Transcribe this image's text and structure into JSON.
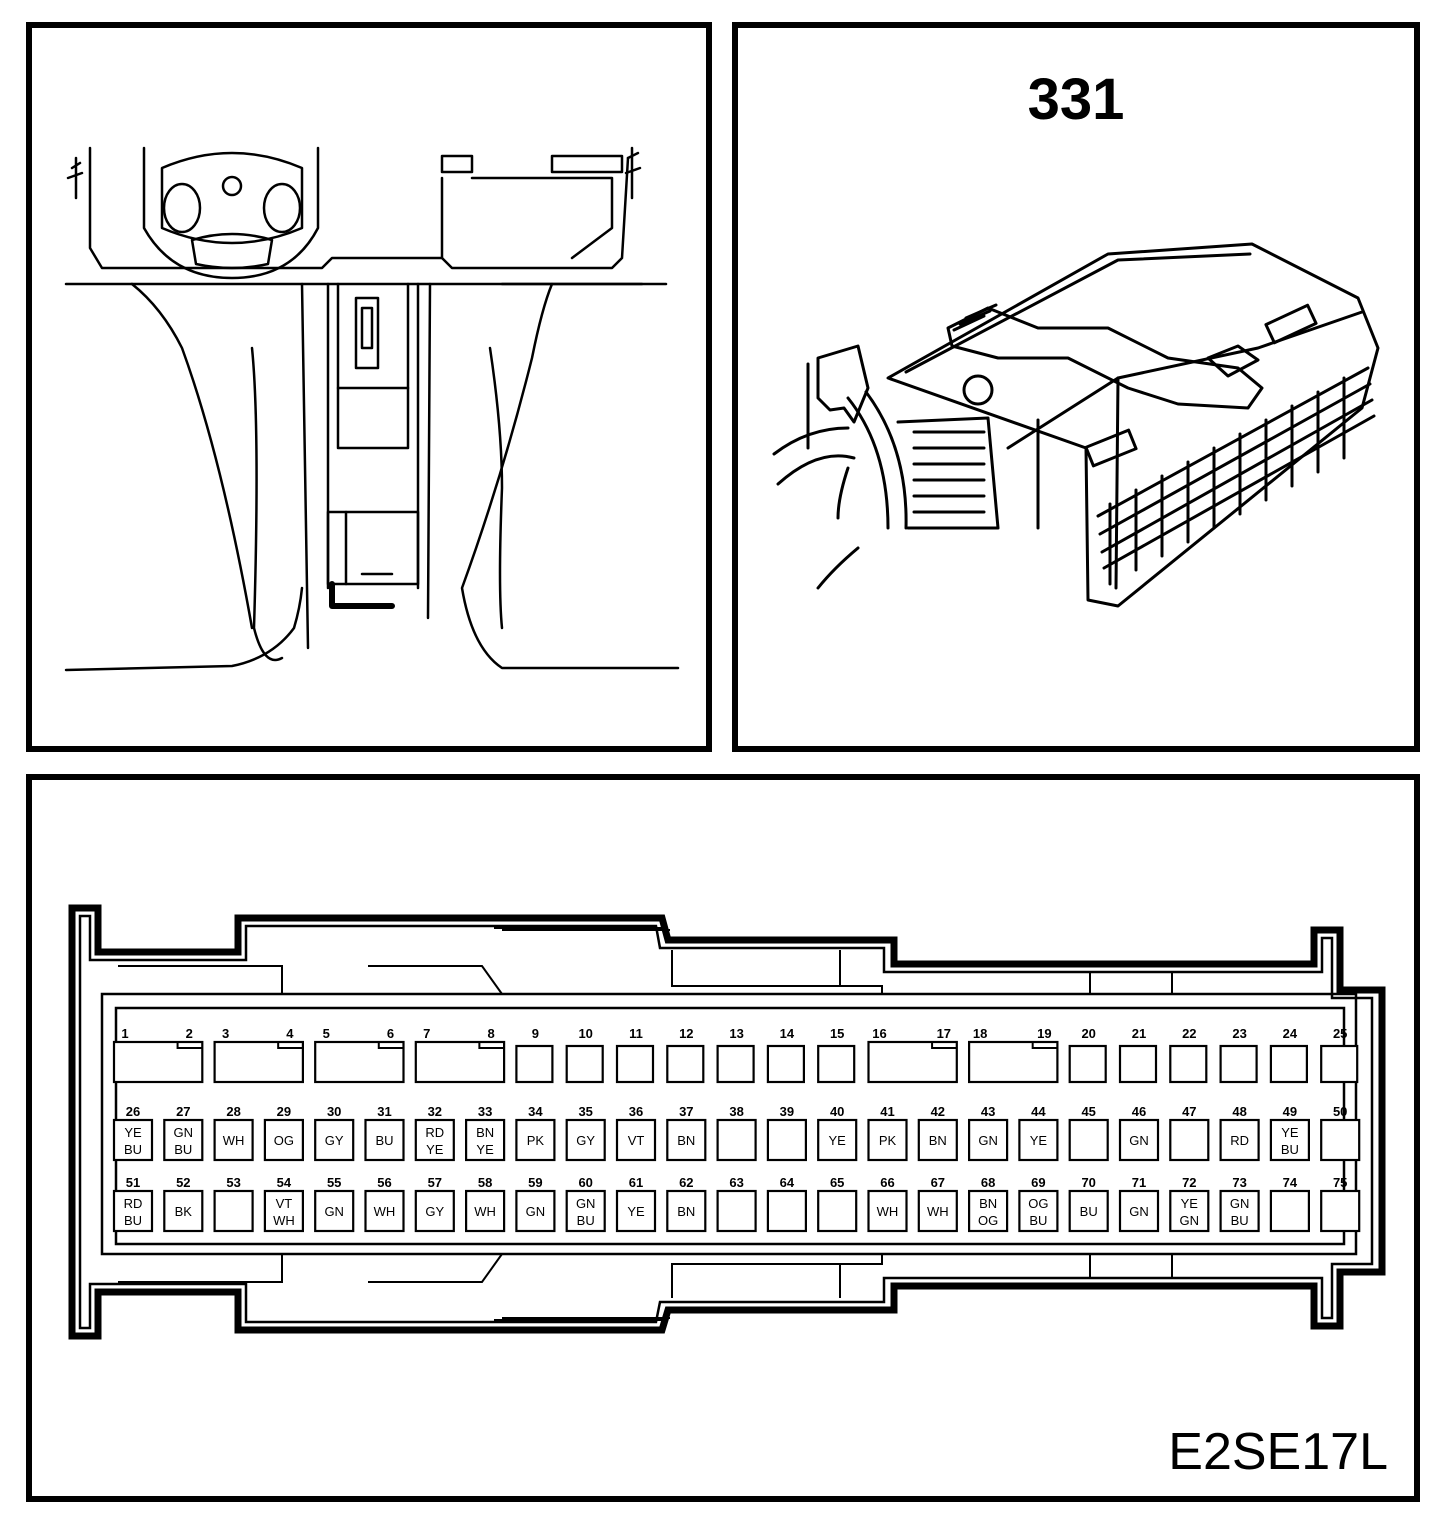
{
  "connector_ref": "331",
  "figure_code": "E2SE17L",
  "pins": {
    "row1_numbers": [
      "1",
      "2",
      "3",
      "4",
      "5",
      "6",
      "7",
      "8",
      "9",
      "10",
      "11",
      "12",
      "13",
      "14",
      "15",
      "16",
      "17",
      "18",
      "19",
      "20",
      "21",
      "22",
      "23",
      "24",
      "25"
    ],
    "row2": [
      {
        "n": "26",
        "c": [
          "YE",
          "BU"
        ]
      },
      {
        "n": "27",
        "c": [
          "GN",
          "BU"
        ]
      },
      {
        "n": "28",
        "c": [
          "WH"
        ]
      },
      {
        "n": "29",
        "c": [
          "OG"
        ]
      },
      {
        "n": "30",
        "c": [
          "GY"
        ]
      },
      {
        "n": "31",
        "c": [
          "BU"
        ]
      },
      {
        "n": "32",
        "c": [
          "RD",
          "YE"
        ]
      },
      {
        "n": "33",
        "c": [
          "BN",
          "YE"
        ]
      },
      {
        "n": "34",
        "c": [
          "PK"
        ]
      },
      {
        "n": "35",
        "c": [
          "GY"
        ]
      },
      {
        "n": "36",
        "c": [
          "VT"
        ]
      },
      {
        "n": "37",
        "c": [
          "BN"
        ]
      },
      {
        "n": "38",
        "c": []
      },
      {
        "n": "39",
        "c": []
      },
      {
        "n": "40",
        "c": [
          "YE"
        ]
      },
      {
        "n": "41",
        "c": [
          "PK"
        ]
      },
      {
        "n": "42",
        "c": [
          "BN"
        ]
      },
      {
        "n": "43",
        "c": [
          "GN"
        ]
      },
      {
        "n": "44",
        "c": [
          "YE"
        ]
      },
      {
        "n": "45",
        "c": []
      },
      {
        "n": "46",
        "c": [
          "GN"
        ]
      },
      {
        "n": "47",
        "c": []
      },
      {
        "n": "48",
        "c": [
          "RD"
        ]
      },
      {
        "n": "49",
        "c": [
          "YE",
          "BU"
        ]
      },
      {
        "n": "50",
        "c": []
      }
    ],
    "row3": [
      {
        "n": "51",
        "c": [
          "RD",
          "BU"
        ]
      },
      {
        "n": "52",
        "c": [
          "BK"
        ]
      },
      {
        "n": "53",
        "c": []
      },
      {
        "n": "54",
        "c": [
          "VT",
          "WH"
        ]
      },
      {
        "n": "55",
        "c": [
          "GN"
        ]
      },
      {
        "n": "56",
        "c": [
          "WH"
        ]
      },
      {
        "n": "57",
        "c": [
          "GY"
        ]
      },
      {
        "n": "58",
        "c": [
          "WH"
        ]
      },
      {
        "n": "59",
        "c": [
          "GN"
        ]
      },
      {
        "n": "60",
        "c": [
          "GN",
          "BU"
        ]
      },
      {
        "n": "61",
        "c": [
          "YE"
        ]
      },
      {
        "n": "62",
        "c": [
          "BN"
        ]
      },
      {
        "n": "63",
        "c": []
      },
      {
        "n": "64",
        "c": []
      },
      {
        "n": "65",
        "c": []
      },
      {
        "n": "66",
        "c": [
          "WH"
        ]
      },
      {
        "n": "67",
        "c": [
          "WH"
        ]
      },
      {
        "n": "68",
        "c": [
          "BN",
          "OG"
        ]
      },
      {
        "n": "69",
        "c": [
          "OG",
          "BU"
        ]
      },
      {
        "n": "70",
        "c": [
          "BU"
        ]
      },
      {
        "n": "71",
        "c": [
          "GN"
        ]
      },
      {
        "n": "72",
        "c": [
          "YE",
          "GN"
        ]
      },
      {
        "n": "73",
        "c": [
          "GN",
          "BU"
        ]
      },
      {
        "n": "74",
        "c": []
      },
      {
        "n": "75",
        "c": []
      }
    ]
  }
}
